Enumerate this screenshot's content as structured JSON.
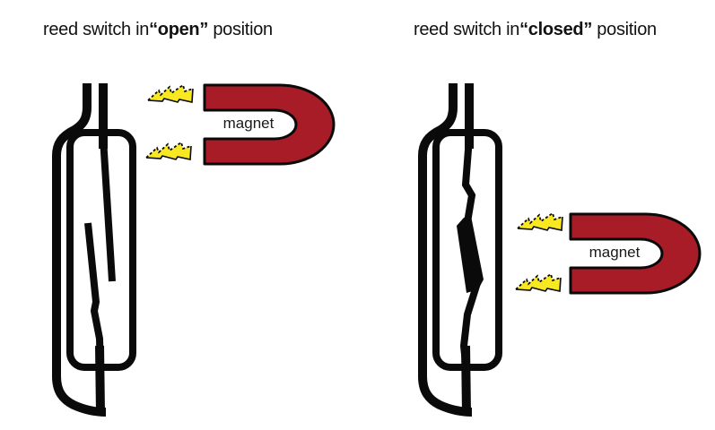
{
  "page": {
    "background": "#ffffff"
  },
  "colors": {
    "magnet_red": "#a81c28",
    "bolt_yellow": "#f8e821",
    "line_black": "#0a0a0a"
  },
  "left_panel": {
    "title_prefix": "reed switch in",
    "title_emph": "“open”",
    "title_suffix": " position",
    "switch_state": "open",
    "magnet_label": "magnet"
  },
  "right_panel": {
    "title_prefix": "reed switch in",
    "title_emph": "“closed”",
    "title_suffix": " position",
    "switch_state": "closed",
    "magnet_label": "magnet"
  }
}
